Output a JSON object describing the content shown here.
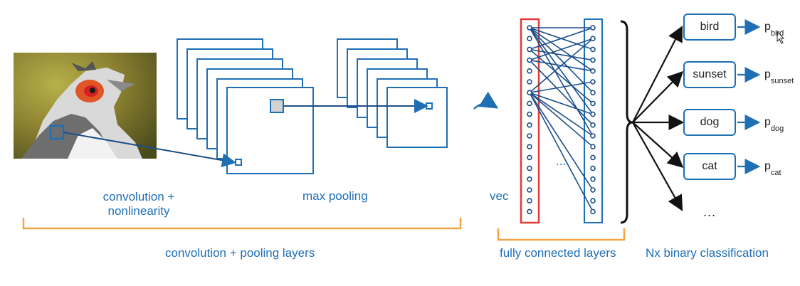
{
  "labels": {
    "conv_nonlin_line1": "convolution +",
    "conv_nonlin_line2": "nonlinearity",
    "max_pooling": "max pooling",
    "vec": "vec",
    "conv_pool_layers": "convolution + pooling layers",
    "fully_connected": "fully connected layers",
    "binary_classification": "Nx binary classification",
    "hidden_ellipsis": "...",
    "more_classes": "..."
  },
  "classes": [
    {
      "name": "bird",
      "prob": "p",
      "sub": "bird"
    },
    {
      "name": "sunset",
      "prob": "p",
      "sub": "sunset"
    },
    {
      "name": "dog",
      "prob": "p",
      "sub": "dog"
    },
    {
      "name": "cat",
      "prob": "p",
      "sub": "cat"
    }
  ],
  "colors": {
    "primary_blue": "#1f6fb5",
    "dark_blue": "#1b4f8a",
    "bracket_orange": "#f5a444",
    "vector_red": "#e53935",
    "text_dark": "#222222"
  },
  "icons": {
    "cursor": "mouse-pointer-icon",
    "bird_photo": "bird-photo"
  }
}
